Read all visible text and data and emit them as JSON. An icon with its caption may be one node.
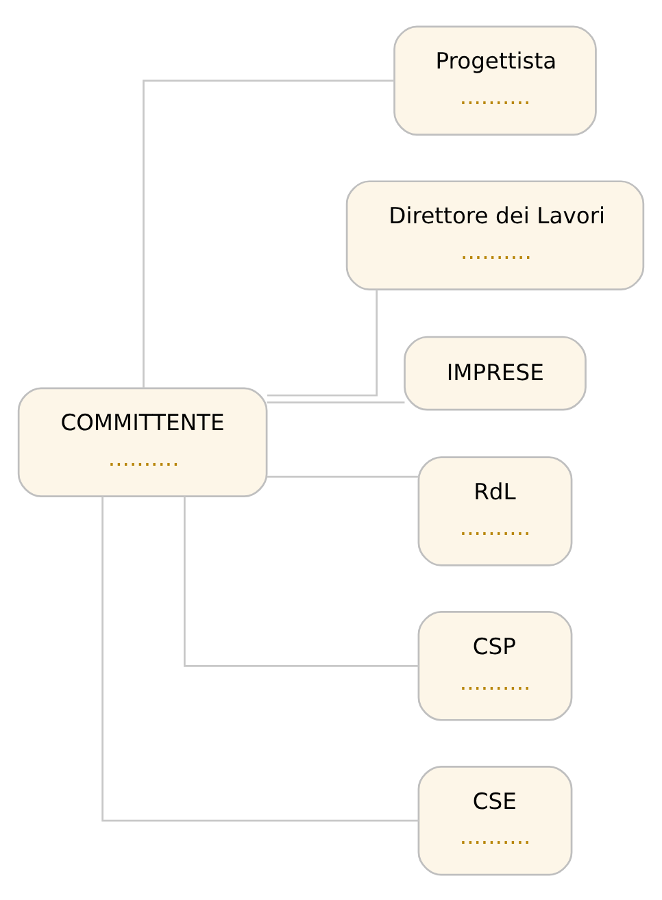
{
  "diagram": {
    "nodes": [
      {
        "text": [
          "COMMITTENTE",
          ".........."
        ]
      },
      {
        "text": [
          "Progettista",
          ".........."
        ]
      },
      {
        "text": [
          "Direttore dei Lavori",
          ".........."
        ]
      },
      {
        "text": [
          "IMPRESE"
        ]
      },
      {
        "text": [
          "RdL",
          ".........."
        ]
      },
      {
        "text": [
          "CSP",
          ".........."
        ]
      },
      {
        "text": [
          "CSE",
          ".........."
        ]
      }
    ],
    "edges": [
      {
        "from": 0,
        "to": 1,
        "arrow": "none"
      },
      {
        "from": 0,
        "to": 2,
        "arrow": "none"
      },
      {
        "from": 0,
        "to": 3,
        "arrow": "none"
      },
      {
        "from": 0,
        "to": 4,
        "arrow": "none"
      },
      {
        "from": 0,
        "to": 5,
        "arrow": "none"
      },
      {
        "from": 0,
        "to": 6,
        "arrow": "none"
      }
    ]
  }
}
